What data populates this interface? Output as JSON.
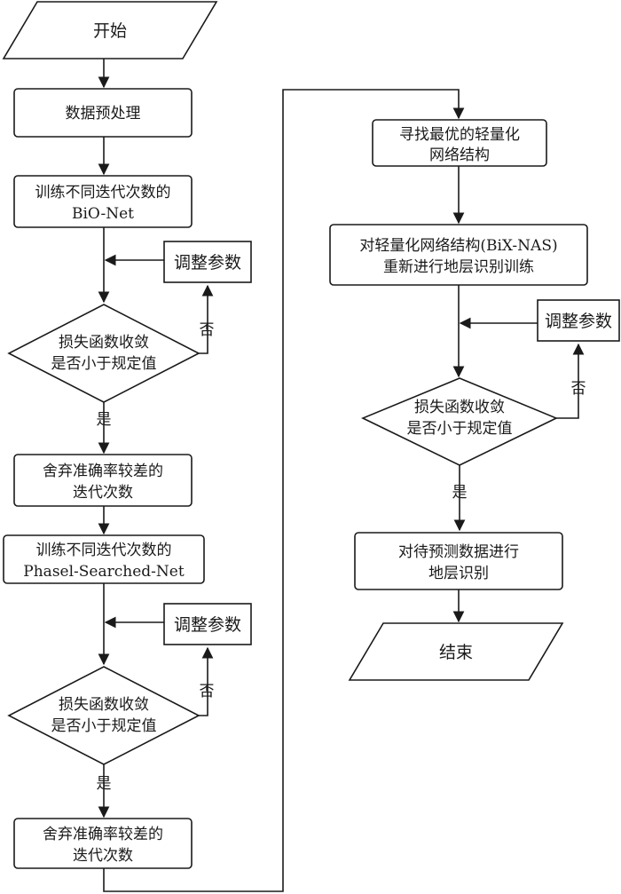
{
  "flow": {
    "start": "开始",
    "preprocess": "数据预处理",
    "train1": {
      "line1": "训练不同迭代次数的",
      "line2": "BiO-Net"
    },
    "adjust1": "调整参数",
    "check1": {
      "line1": "损失函数收敛",
      "line2": "是否小于规定值"
    },
    "yes1": "是",
    "no1": "否",
    "discard1": {
      "line1": "舍弃准确率较差的",
      "line2": "迭代次数"
    },
    "train2": {
      "line1": "训练不同迭代次数的",
      "line2": "Phasel-Searched-Net"
    },
    "adjust2": "调整参数",
    "check2": {
      "line1": "损失函数收敛",
      "line2": "是否小于规定值"
    },
    "yes2": "是",
    "no2": "否",
    "discard2": {
      "line1": "舍弃准确率较差的",
      "line2": "迭代次数"
    },
    "search": {
      "line1": "寻找最优的轻量化",
      "line2": "网络结构"
    },
    "retrain": {
      "line1": "对轻量化网络结构(BiX-NAS)",
      "line2": "重新进行地层识别训练"
    },
    "adjust3": "调整参数",
    "check3": {
      "line1": "损失函数收敛",
      "line2": "是否小于规定值"
    },
    "yes3": "是",
    "no3": "否",
    "predict": {
      "line1": "对待预测数据进行",
      "line2": "地层识别"
    },
    "end": "结束"
  }
}
